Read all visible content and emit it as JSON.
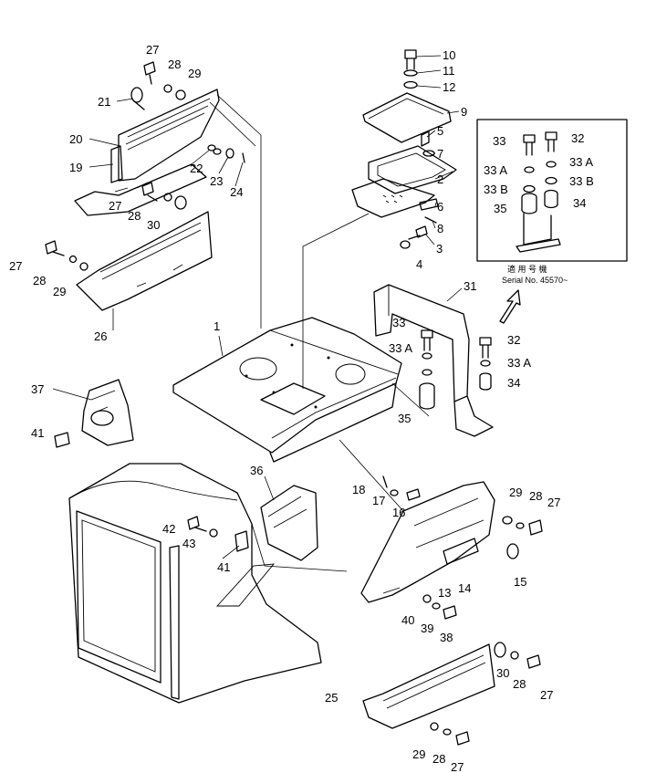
{
  "callouts": [
    {
      "id": "c10",
      "text": "10"
    },
    {
      "id": "c11",
      "text": "11"
    },
    {
      "id": "c12",
      "text": "12"
    },
    {
      "id": "c9",
      "text": "9"
    },
    {
      "id": "c5",
      "text": "5"
    },
    {
      "id": "c7",
      "text": "7"
    },
    {
      "id": "c2",
      "text": "2"
    },
    {
      "id": "c6",
      "text": "6"
    },
    {
      "id": "c8",
      "text": "8"
    },
    {
      "id": "c3",
      "text": "3"
    },
    {
      "id": "c4",
      "text": "4"
    },
    {
      "id": "c27a",
      "text": "27"
    },
    {
      "id": "c28a",
      "text": "28"
    },
    {
      "id": "c29a",
      "text": "29"
    },
    {
      "id": "c21",
      "text": "21"
    },
    {
      "id": "c20",
      "text": "20"
    },
    {
      "id": "c19",
      "text": "19"
    },
    {
      "id": "c22",
      "text": "22"
    },
    {
      "id": "c23",
      "text": "23"
    },
    {
      "id": "c24",
      "text": "24"
    },
    {
      "id": "c27b",
      "text": "27"
    },
    {
      "id": "c28b",
      "text": "28"
    },
    {
      "id": "c30a",
      "text": "30"
    },
    {
      "id": "c27c",
      "text": "27"
    },
    {
      "id": "c28c",
      "text": "28"
    },
    {
      "id": "c29c",
      "text": "29"
    },
    {
      "id": "c26",
      "text": "26"
    },
    {
      "id": "c1",
      "text": "1"
    },
    {
      "id": "c33a",
      "text": "33"
    },
    {
      "id": "c32a",
      "text": "32"
    },
    {
      "id": "c33Aa",
      "text": "33 A"
    },
    {
      "id": "c33Ab",
      "text": "33 A"
    },
    {
      "id": "c33Ba",
      "text": "33 B"
    },
    {
      "id": "c33Bb",
      "text": "33 B"
    },
    {
      "id": "c35a",
      "text": "35"
    },
    {
      "id": "c34a",
      "text": "34"
    },
    {
      "id": "c31",
      "text": "31"
    },
    {
      "id": "c33b",
      "text": "33"
    },
    {
      "id": "c32b",
      "text": "32"
    },
    {
      "id": "c33Ac",
      "text": "33 A"
    },
    {
      "id": "c33Ad",
      "text": "33 A"
    },
    {
      "id": "c34b",
      "text": "34"
    },
    {
      "id": "c35b",
      "text": "35"
    },
    {
      "id": "c37",
      "text": "37"
    },
    {
      "id": "c41a",
      "text": "41"
    },
    {
      "id": "c36",
      "text": "36"
    },
    {
      "id": "c42",
      "text": "42"
    },
    {
      "id": "c43",
      "text": "43"
    },
    {
      "id": "c41b",
      "text": "41"
    },
    {
      "id": "c18",
      "text": "18"
    },
    {
      "id": "c17",
      "text": "17"
    },
    {
      "id": "c16",
      "text": "16"
    },
    {
      "id": "c29d",
      "text": "29"
    },
    {
      "id": "c28d",
      "text": "28"
    },
    {
      "id": "c27d",
      "text": "27"
    },
    {
      "id": "c15",
      "text": "15"
    },
    {
      "id": "c14",
      "text": "14"
    },
    {
      "id": "c13",
      "text": "13"
    },
    {
      "id": "c40",
      "text": "40"
    },
    {
      "id": "c39",
      "text": "39"
    },
    {
      "id": "c38",
      "text": "38"
    },
    {
      "id": "c30b",
      "text": "30"
    },
    {
      "id": "c28e",
      "text": "28"
    },
    {
      "id": "c27e",
      "text": "27"
    },
    {
      "id": "c25",
      "text": "25"
    },
    {
      "id": "c29f",
      "text": "29"
    },
    {
      "id": "c28f",
      "text": "28"
    },
    {
      "id": "c27f",
      "text": "27"
    }
  ],
  "serial_note": {
    "line1": "適 用 号 機",
    "line2": "Serial  No.  45570~"
  }
}
